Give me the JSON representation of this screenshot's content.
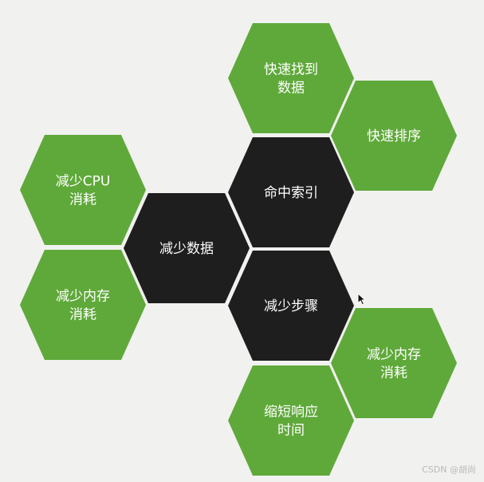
{
  "colors": {
    "green": "#5fa93a",
    "dark": "#1e1e1e",
    "background": "#f1f1ef"
  },
  "hexagons": [
    {
      "id": "fast-find-data",
      "lines": [
        "快速找到",
        "数据"
      ],
      "type": "green"
    },
    {
      "id": "fast-sort",
      "lines": [
        "快速排序"
      ],
      "type": "green"
    },
    {
      "id": "hit-index",
      "lines": [
        "命中索引"
      ],
      "type": "dark"
    },
    {
      "id": "reduce-cpu",
      "lines": [
        "减少CPU",
        "消耗"
      ],
      "type": "green"
    },
    {
      "id": "reduce-data",
      "lines": [
        "减少数据"
      ],
      "type": "dark"
    },
    {
      "id": "reduce-memory-left",
      "lines": [
        "减少内存",
        "消耗"
      ],
      "type": "green"
    },
    {
      "id": "reduce-steps",
      "lines": [
        "减少步骤"
      ],
      "type": "dark"
    },
    {
      "id": "reduce-memory-right",
      "lines": [
        "减少内存",
        "消耗"
      ],
      "type": "green"
    },
    {
      "id": "shorten-response",
      "lines": [
        "缩短响应",
        "时间"
      ],
      "type": "green"
    }
  ],
  "watermark": "CSDN @胡尚"
}
